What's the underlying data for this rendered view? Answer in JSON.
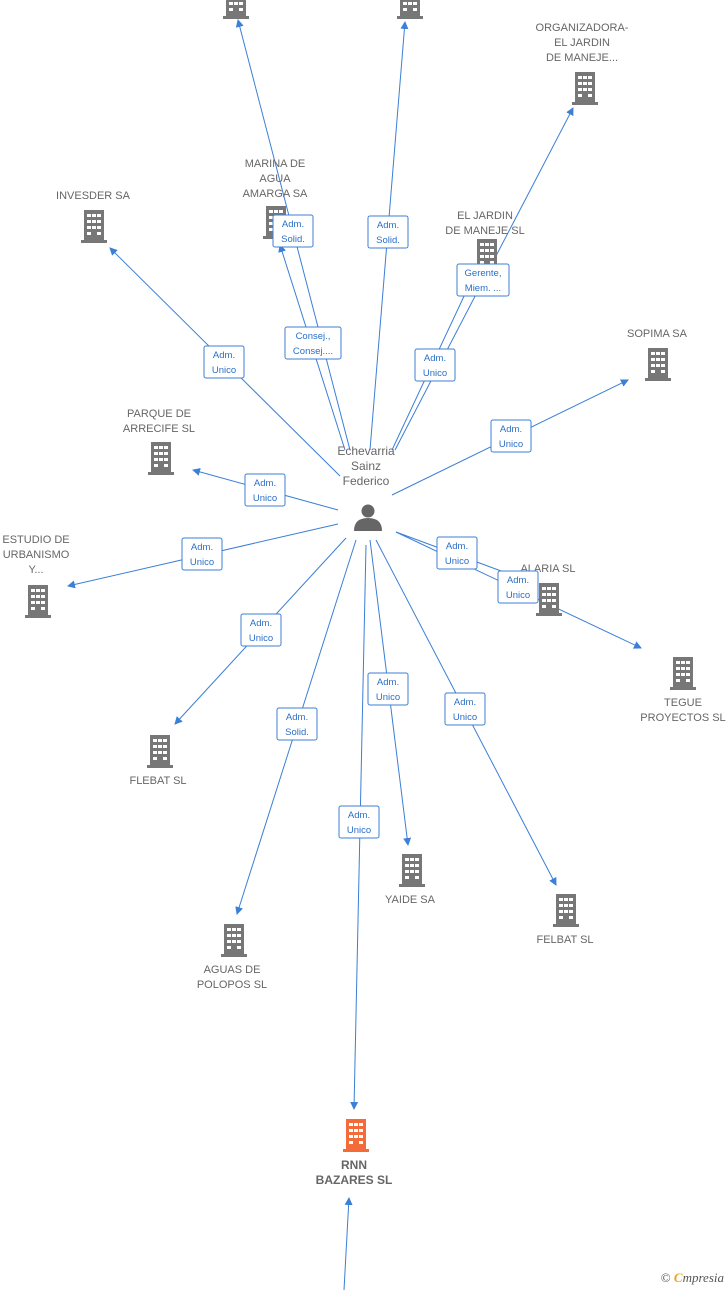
{
  "center": {
    "label_lines": [
      "Echevarria",
      "Sainz",
      "Federico"
    ],
    "icon": "person-icon",
    "color": "#666666"
  },
  "colors": {
    "edge": "#3b7fd6",
    "company": "#777777",
    "target": "#f26b38"
  },
  "companies": [
    {
      "id": "top-left",
      "label_lines": [],
      "icon": "building-icon"
    },
    {
      "id": "top-mid",
      "label_lines": [],
      "icon": "building-icon"
    },
    {
      "id": "organizadora",
      "label_lines": [
        "ORGANIZADORA-",
        "EL JARDIN",
        "DE MANEJE..."
      ],
      "icon": "building-icon"
    },
    {
      "id": "invesder",
      "label_lines": [
        "INVESDER SA"
      ],
      "icon": "building-icon"
    },
    {
      "id": "marina",
      "label_lines": [
        "MARINA DE",
        "AGUA",
        "AMARGA SA"
      ],
      "icon": "building-icon"
    },
    {
      "id": "jardin",
      "label_lines": [
        "EL JARDIN",
        "DE MANEJE SL"
      ],
      "icon": "building-icon"
    },
    {
      "id": "sopima",
      "label_lines": [
        "SOPIMA SA"
      ],
      "icon": "building-icon"
    },
    {
      "id": "parque",
      "label_lines": [
        "PARQUE DE",
        "ARRECIFE SL"
      ],
      "icon": "building-icon"
    },
    {
      "id": "estudio",
      "label_lines": [
        "ESTUDIO DE",
        "URBANISMO",
        "Y..."
      ],
      "icon": "building-icon"
    },
    {
      "id": "alaria",
      "label_lines": [
        "ALARIA  SL"
      ],
      "icon": "building-icon"
    },
    {
      "id": "tegue",
      "label_lines": [
        "TEGUE",
        "PROYECTOS SL"
      ],
      "icon": "building-icon"
    },
    {
      "id": "flebat",
      "label_lines": [
        "FLEBAT SL"
      ],
      "icon": "building-icon"
    },
    {
      "id": "yaide",
      "label_lines": [
        "YAIDE SA"
      ],
      "icon": "building-icon"
    },
    {
      "id": "felbat",
      "label_lines": [
        "FELBAT SL"
      ],
      "icon": "building-icon"
    },
    {
      "id": "aguas",
      "label_lines": [
        "AGUAS DE",
        "POLOPOS  SL"
      ],
      "icon": "building-icon"
    },
    {
      "id": "rnn",
      "label_lines": [
        "RNN",
        "BAZARES  SL"
      ],
      "icon": "building-icon",
      "highlight": true
    }
  ],
  "edges": [
    {
      "to": "top-left",
      "label_lines": [
        "Adm.",
        "Solid."
      ]
    },
    {
      "to": "top-mid",
      "label_lines": [
        "Adm.",
        "Solid."
      ]
    },
    {
      "to": "organizadora",
      "label_lines": [
        "Adm.",
        "Unico"
      ]
    },
    {
      "to": "invesder",
      "label_lines": [
        "Adm.",
        "Unico"
      ]
    },
    {
      "to": "marina",
      "label_lines": [
        "Consej.,",
        "Consej...."
      ]
    },
    {
      "to": "jardin",
      "label_lines": [
        "Gerente,",
        "Miem. ..."
      ]
    },
    {
      "to": "sopima",
      "label_lines": [
        "Adm.",
        "Unico"
      ]
    },
    {
      "to": "parque",
      "label_lines": [
        "Adm.",
        "Unico"
      ]
    },
    {
      "to": "estudio",
      "label_lines": [
        "Adm.",
        "Unico"
      ]
    },
    {
      "to": "alaria",
      "label_lines": [
        "Adm.",
        "Unico"
      ]
    },
    {
      "to": "tegue",
      "label_lines": [
        "Adm.",
        "Unico"
      ]
    },
    {
      "to": "flebat",
      "label_lines": [
        "Adm.",
        "Unico"
      ]
    },
    {
      "to": "yaide",
      "label_lines": [
        "Adm.",
        "Unico"
      ]
    },
    {
      "to": "felbat",
      "label_lines": [
        "Adm.",
        "Unico"
      ]
    },
    {
      "to": "aguas",
      "label_lines": [
        "Adm.",
        "Solid."
      ]
    },
    {
      "to": "rnn",
      "label_lines": [
        "Adm.",
        "Unico"
      ]
    }
  ],
  "watermark": {
    "symbol": "©",
    "initial": "C",
    "rest": "mpresia"
  }
}
